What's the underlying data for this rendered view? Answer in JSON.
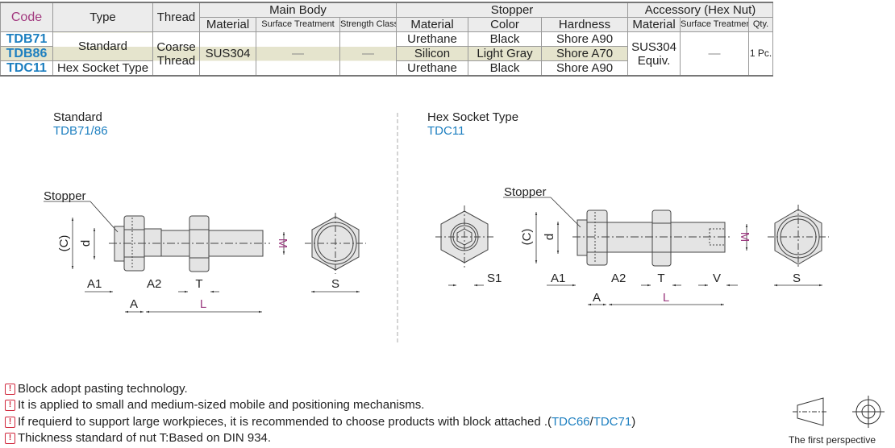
{
  "table": {
    "headers": {
      "code": "Code",
      "type": "Type",
      "thread": "Thread",
      "main_body": "Main Body",
      "stopper": "Stopper",
      "accessory": "Accessory (Hex Nut)",
      "mb_material": "Material",
      "mb_surface": "Surface Treatment",
      "mb_strength": "Strength Class",
      "st_material": "Material",
      "st_color": "Color",
      "st_hardness": "Hardness",
      "ac_material": "Material",
      "ac_surface": "Surface Treatment",
      "ac_qty": "Qty."
    },
    "rows": [
      {
        "code": "TDB71",
        "st_material": "Urethane",
        "st_color": "Black",
        "st_hardness": "Shore A90"
      },
      {
        "code": "TDB86",
        "st_material": "Silicon",
        "st_color": "Light Gray",
        "st_hardness": "Shore A70"
      },
      {
        "code": "TDC11",
        "st_material": "Urethane",
        "st_color": "Black",
        "st_hardness": "Shore A90"
      }
    ],
    "type_standard": "Standard",
    "type_hex": "Hex Socket Type",
    "thread": "Coarse Thread",
    "mb_material": "SUS304",
    "mb_surface": "—",
    "mb_strength": "—",
    "ac_material": "SUS304 Equiv.",
    "ac_surface": "—",
    "ac_qty": "1 Pc."
  },
  "drawings": {
    "left": {
      "title": "Standard",
      "codes": "TDB71/86",
      "stopper_label": "Stopper",
      "dims": {
        "C": "(C)",
        "d": "d",
        "M": "M",
        "A1": "A1",
        "A2": "A2",
        "A": "A",
        "T": "T",
        "L": "L",
        "S": "S"
      }
    },
    "right": {
      "title": "Hex Socket Type",
      "codes": "TDC11",
      "stopper_label": "Stopper",
      "dims": {
        "C": "(C)",
        "d": "d",
        "M": "M",
        "A1": "A1",
        "A2": "A2",
        "A": "A",
        "T": "T",
        "L": "L",
        "S": "S",
        "S1": "S1",
        "V": "V"
      }
    }
  },
  "notes": [
    "Block adopt pasting technology.",
    "It is applied to small and medium-sized mobile and positioning mechanisms.",
    "If requierd to support large workpieces, it is recommended to choose products with block attached .(",
    "Thickness standard of nut T:Based on DIN 934."
  ],
  "note_links": {
    "a": "TDC66",
    "sep": "/",
    "b": "TDC71",
    "close": ")"
  },
  "projection_label": "The first perspective",
  "colors": {
    "code_blue": "#1d7fc0",
    "code_header": "#a2397f",
    "highlight": "#e5e4cd",
    "warning": "#d0263b",
    "dim_purple": "#9b3a7f"
  }
}
